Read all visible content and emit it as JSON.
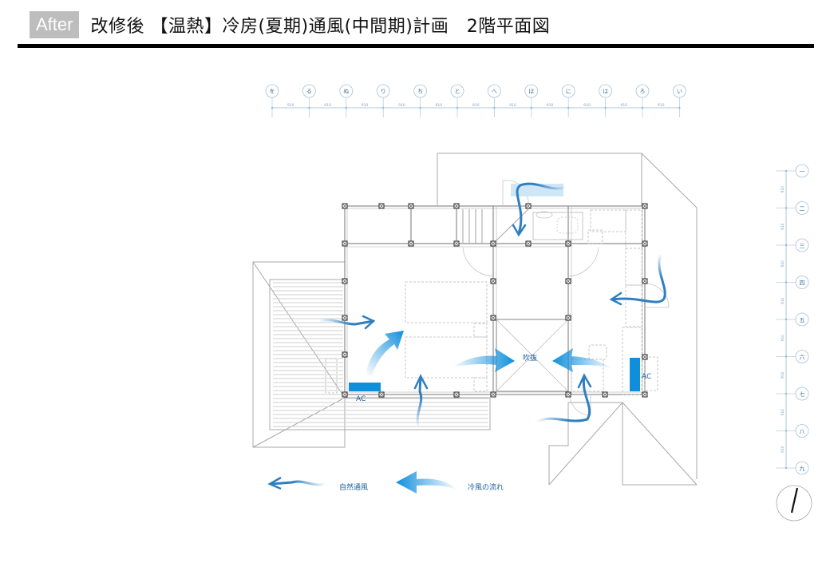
{
  "header": {
    "badge": "After",
    "title": "改修後 【温熱】冷房(夏期)通風(中間期)計画　2階平面図"
  },
  "grid": {
    "columns": [
      "を",
      "る",
      "ぬ",
      "り",
      "ち",
      "と",
      "へ",
      "ほ",
      "に",
      "は",
      "ろ",
      "い"
    ],
    "rows": [
      "一",
      "二",
      "三",
      "四",
      "五",
      "六",
      "七",
      "八",
      "九"
    ],
    "span_label": "910"
  },
  "plan": {
    "atrium_label": "吹抜",
    "ac_label_left": "AC",
    "ac_label_right": "AC"
  },
  "legend": {
    "natural_ventilation": "自然通風",
    "cool_air_flow": "冷風の流れ"
  },
  "colors": {
    "ac_block": "#0d8fdc",
    "arrow_blue": "#1a8fdc",
    "natural_arrow": "#2f7fc0",
    "grid_line": "#9ab8d4",
    "wall": "#9a9a9a"
  }
}
